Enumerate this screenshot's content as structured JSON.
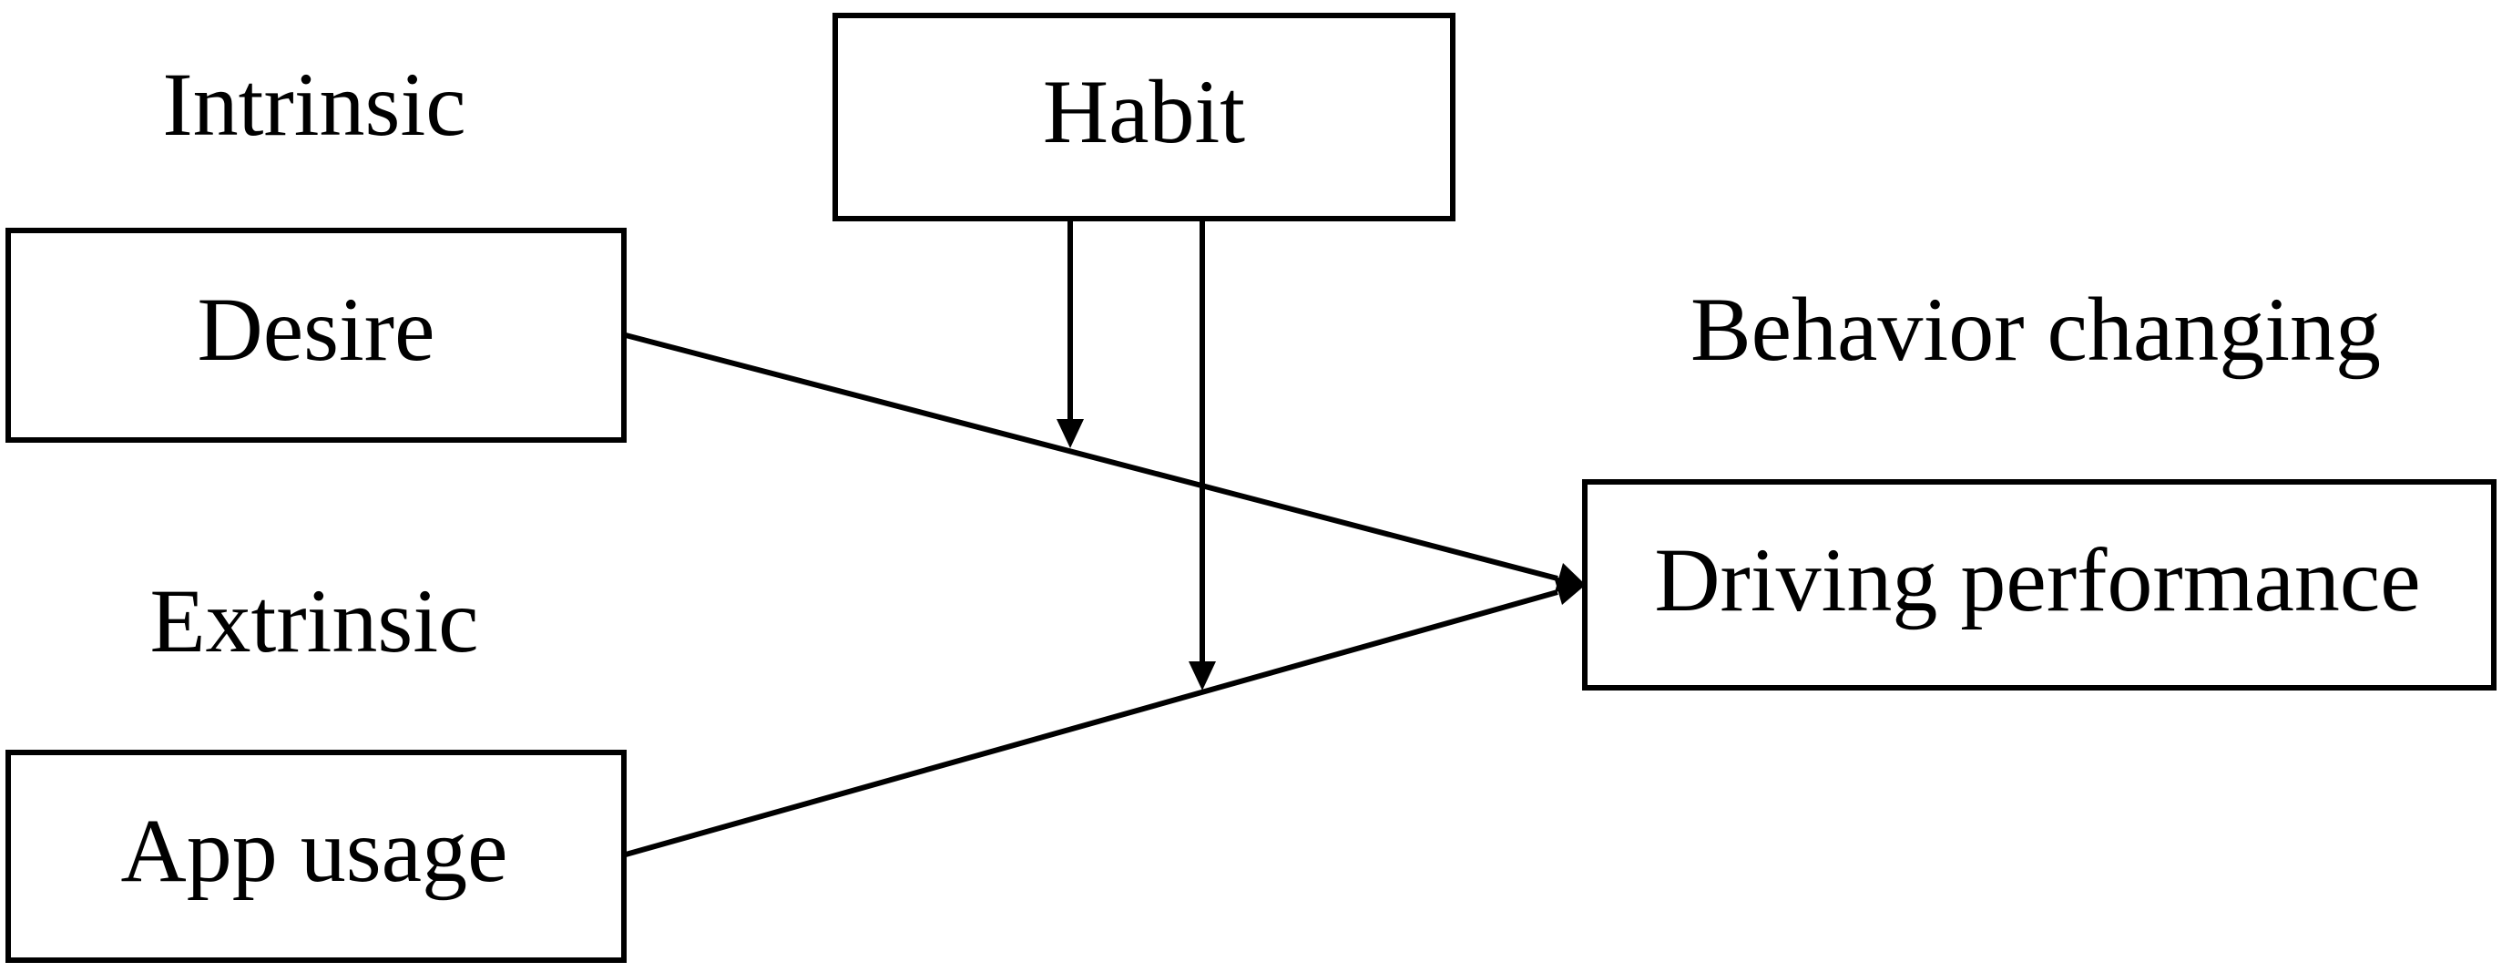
{
  "groups": {
    "intrinsic": "Intrinsic",
    "extrinsic": "Extrinsic",
    "outcome": "Behavior changing"
  },
  "nodes": {
    "habit": "Habit",
    "desire": "Desire",
    "app_usage": "App usage",
    "driving_performance": "Driving performance"
  },
  "edges": [
    {
      "from": "desire",
      "to": "driving_performance",
      "type": "effect"
    },
    {
      "from": "app_usage",
      "to": "driving_performance",
      "type": "effect"
    },
    {
      "from": "habit",
      "to": "desire->driving_performance",
      "type": "moderation"
    },
    {
      "from": "habit",
      "to": "app_usage->driving_performance",
      "type": "moderation"
    }
  ],
  "colors": {
    "stroke": "#000000",
    "background": "#ffffff"
  }
}
